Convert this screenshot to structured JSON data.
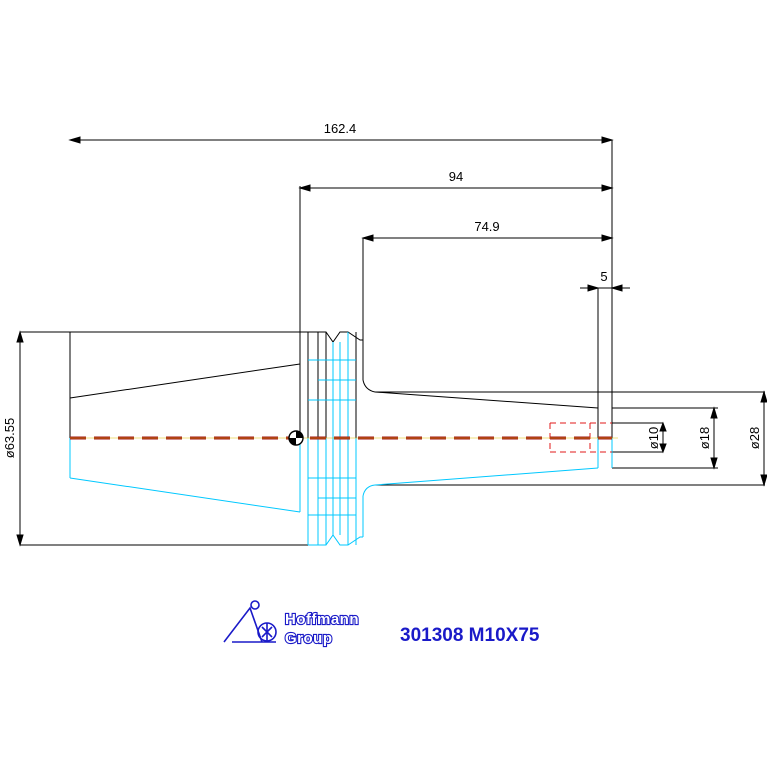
{
  "colors": {
    "outline": "#000000",
    "mirror_half": "#00c8ff",
    "centerline": "#a01818",
    "bore_hidden": "#e01818",
    "brand_blue": "#1a1ac8"
  },
  "dimensions": {
    "overall_length": "162.4",
    "gauge_to_end": "94",
    "shank_length": "74.9",
    "tip_length": "5",
    "flange_diameter": "ø63.55",
    "bore_diameter": "ø10",
    "tip_diameter": "ø18",
    "shank_diameter": "ø28"
  },
  "logo": {
    "line1": "Hoffmann",
    "line2": "Group",
    "icon": "hoffmann-logo-icon"
  },
  "part_label": "301308 M10X75"
}
